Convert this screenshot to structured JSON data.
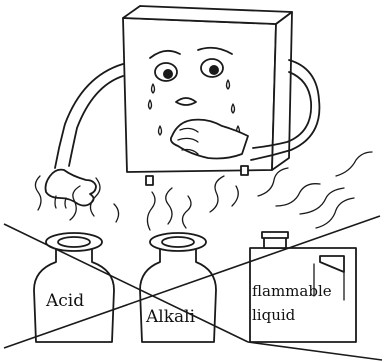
{
  "labels": {
    "acid": "Acid",
    "alkali": "Alkali",
    "flammable_line1": "flammable",
    "flammable_line2": "liquid"
  },
  "colors": {
    "ink": "#1a1a1a",
    "background": "#ffffff"
  }
}
